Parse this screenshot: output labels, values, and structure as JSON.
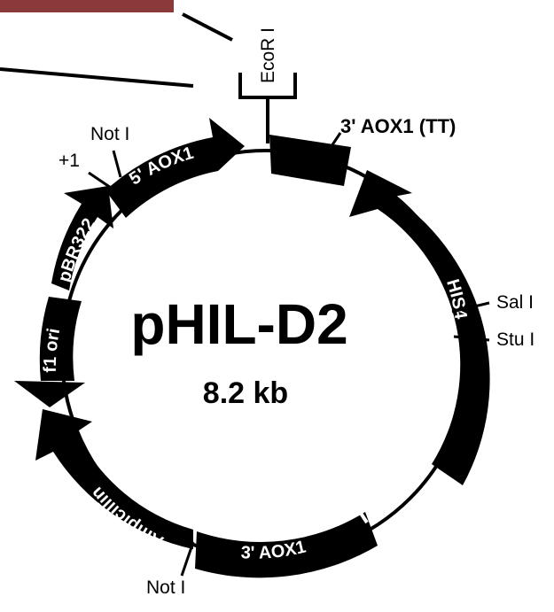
{
  "plasmid": {
    "name": "pHIL-D2",
    "size": "8.2 kb"
  },
  "features": {
    "aox1_5": "5' AOX1",
    "aox1_3_tt": "3' AOX1 (TT)",
    "his4": "HIS4",
    "aox1_3": "3' AOX1",
    "ampicillin": "Ampicillin",
    "f1_ori": "f1 ori",
    "pbr322": "pBR322"
  },
  "sites": {
    "ecor1": "EcoR I",
    "not1_top": "Not I",
    "plus1": "+1",
    "sal1": "Sal I",
    "stu1": "Stu I",
    "not1_bottom": "Not I"
  },
  "colors": {
    "ink": "#000000",
    "header_bar": "#8b3a3a"
  }
}
